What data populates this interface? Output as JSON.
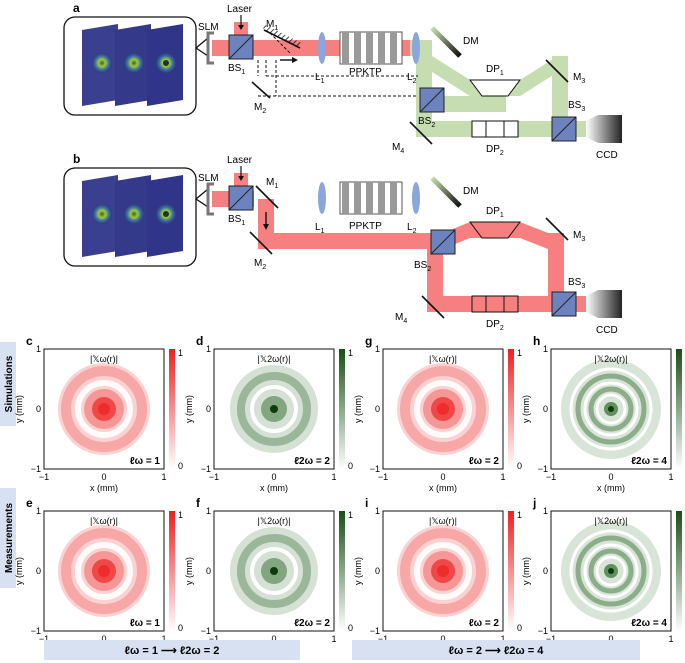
{
  "panels": {
    "a": "a",
    "b": "b",
    "c": "c",
    "d": "d",
    "e": "e",
    "f": "f",
    "g": "g",
    "h": "h",
    "i": "i",
    "j": "j"
  },
  "setup": {
    "slm": "SLM",
    "laser": "Laser",
    "bs1": "BS",
    "bs1_sub": "1",
    "m1": "M",
    "m1_sub": "1",
    "m2": "M",
    "m2_sub": "2",
    "m3": "M",
    "m3_sub": "3",
    "m4": "M",
    "m4_sub": "4",
    "l1": "L",
    "l1_sub": "1",
    "l2": "L",
    "l2_sub": "2",
    "ppktp": "PPKTP",
    "dm": "DM",
    "dp1": "DP",
    "dp1_sub": "1",
    "dp2": "DP",
    "dp2_sub": "2",
    "bs2": "BS",
    "bs2_sub": "2",
    "bs3": "BS",
    "bs3_sub": "3",
    "ccd": "CCD"
  },
  "rows": {
    "simulations": "Simulations",
    "measurements": "Measurements"
  },
  "axes": {
    "xlabel": "x (mm)",
    "ylabel": "y (mm)",
    "ticks": [
      "−1",
      "0",
      "1"
    ],
    "cbar_top": "1",
    "cbar_bottom": "0"
  },
  "plots": [
    {
      "id": "c",
      "title": "|𝕏ω(r)|",
      "l_label": "ℓω = 1",
      "color": "red"
    },
    {
      "id": "d",
      "title": "|𝕏2ω(r)|",
      "l_label": "ℓ2ω = 2",
      "color": "green"
    },
    {
      "id": "g",
      "title": "|𝕏ω(r)|",
      "l_label": "ℓω = 2",
      "color": "red"
    },
    {
      "id": "h",
      "title": "|𝕏2ω(r)|",
      "l_label": "ℓ2ω = 4",
      "color": "green"
    },
    {
      "id": "e",
      "title": "|𝕏ω(r)|",
      "l_label": "ℓω = 1",
      "color": "red"
    },
    {
      "id": "f",
      "title": "|𝕏2ω(r)|",
      "l_label": "ℓ2ω = 2",
      "color": "green"
    },
    {
      "id": "i",
      "title": "|𝕏ω(r)|",
      "l_label": "ℓω = 2",
      "color": "red"
    },
    {
      "id": "j",
      "title": "|𝕏2ω(r)|",
      "l_label": "ℓ2ω = 4",
      "color": "green"
    }
  ],
  "banners": {
    "left": "ℓω = 1 ⟶ ℓ2ω = 2",
    "right": "ℓω = 2 ⟶ ℓ2ω = 4"
  },
  "colors": {
    "beam_red": "#f68080",
    "beam_green": "#c5ddb0",
    "bs_blue": "#6c83c0",
    "lens_blue": "#8aa6dd",
    "banner": "#d7e1f1",
    "cmap_red": "#ef2c2c",
    "cmap_green": "#1f5a1b"
  }
}
